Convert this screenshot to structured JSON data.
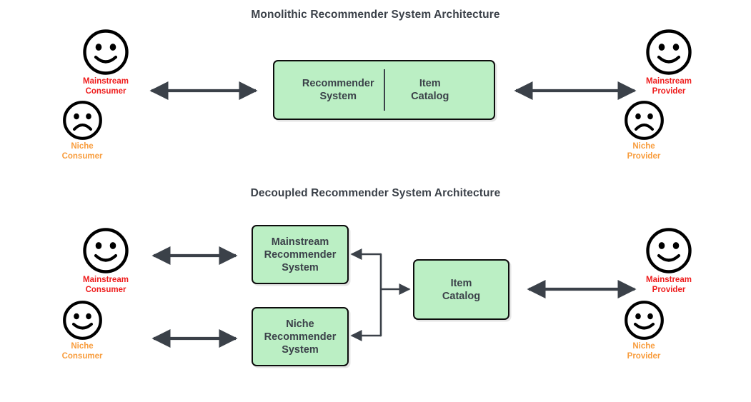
{
  "colors": {
    "box_fill": "#bbefc4",
    "box_border": "#0d0d0d",
    "arrow": "#3b4149",
    "title_text": "#3b4149",
    "mainstream_label": "#ee1c1c",
    "niche_label": "#f89c3c",
    "background": "#ffffff"
  },
  "sections": {
    "monolithic": {
      "title": "Monolithic Recommender System Architecture",
      "left_actors": [
        {
          "label": "Mainstream\nConsumer",
          "mood": "happy",
          "tone": "mainstream"
        },
        {
          "label": "Niche\nConsumer",
          "mood": "sad",
          "tone": "niche"
        }
      ],
      "right_actors": [
        {
          "label": "Mainstream\nProvider",
          "mood": "happy",
          "tone": "mainstream"
        },
        {
          "label": "Niche\nProvider",
          "mood": "sad",
          "tone": "niche"
        }
      ],
      "boxes": [
        {
          "label": "Recommender\nSystem"
        },
        {
          "label": "Item\nCatalog"
        }
      ],
      "connectors": [
        {
          "from": "consumers",
          "to": "monolith-box",
          "style": "double-arrow"
        },
        {
          "from": "monolith-box",
          "to": "providers",
          "style": "double-arrow"
        }
      ]
    },
    "decoupled": {
      "title": "Decoupled Recommender System Architecture",
      "left_actors": [
        {
          "label": "Mainstream\nConsumer",
          "mood": "happy",
          "tone": "mainstream"
        },
        {
          "label": "Niche\nConsumer",
          "mood": "happy",
          "tone": "niche"
        }
      ],
      "right_actors": [
        {
          "label": "Mainstream\nProvider",
          "mood": "happy",
          "tone": "mainstream"
        },
        {
          "label": "Niche\nProvider",
          "mood": "happy",
          "tone": "niche"
        }
      ],
      "boxes": [
        {
          "label": "Mainstream\nRecommender\nSystem"
        },
        {
          "label": "Niche\nRecommender\nSystem"
        },
        {
          "label": "Item\nCatalog"
        }
      ],
      "connectors": [
        {
          "from": "mainstream-consumer",
          "to": "mainstream-recommender",
          "style": "double-arrow"
        },
        {
          "from": "niche-consumer",
          "to": "niche-recommender",
          "style": "double-arrow"
        },
        {
          "from": "item-catalog",
          "to": "mainstream-recommender",
          "style": "single-arrow"
        },
        {
          "from": "item-catalog",
          "to": "niche-recommender",
          "style": "single-arrow"
        },
        {
          "from": "recommenders-junction",
          "to": "item-catalog",
          "style": "single-arrow"
        },
        {
          "from": "item-catalog",
          "to": "providers",
          "style": "double-arrow"
        }
      ]
    }
  }
}
